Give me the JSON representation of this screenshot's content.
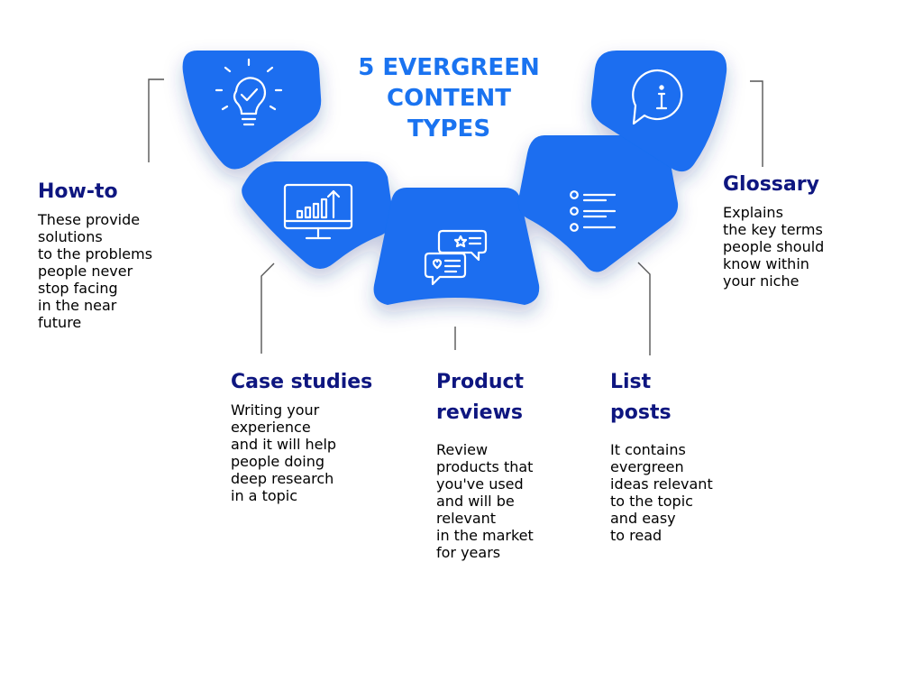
{
  "colors": {
    "segment": "#1a6ef0",
    "title": "#1a73f0",
    "heading": "#0e1680",
    "body": "#1b1b24",
    "connector": "#555555"
  },
  "title_lines": [
    "5 EVERGREEN",
    "CONTENT",
    "TYPES"
  ],
  "items": [
    {
      "key": "how-to",
      "icon": "lightbulb-check-icon",
      "heading_lines": [
        "How-to"
      ],
      "body_lines": [
        "These provide",
        "solutions",
        "to the problems",
        "people never",
        "stop facing",
        "in the near",
        "future"
      ]
    },
    {
      "key": "case-studies",
      "icon": "monitor-chart-icon",
      "heading_lines": [
        "Case studies"
      ],
      "body_lines": [
        "Writing your",
        "experience",
        "and it will help",
        "people doing",
        "deep research",
        "in a topic"
      ]
    },
    {
      "key": "product-reviews",
      "icon": "review-chat-bubbles-icon",
      "heading_lines": [
        "Product",
        "reviews"
      ],
      "body_lines": [
        "Review",
        "products that",
        "you've used",
        "and will be",
        "relevant",
        "in the market",
        "for years"
      ]
    },
    {
      "key": "list-posts",
      "icon": "list-icon",
      "heading_lines": [
        "List",
        "posts"
      ],
      "body_lines": [
        "It contains",
        "evergreen",
        "ideas relevant",
        "to the topic",
        "and easy",
        "to read"
      ]
    },
    {
      "key": "glossary",
      "icon": "info-speech-bubble-icon",
      "heading_lines": [
        "Glossary"
      ],
      "body_lines": [
        "Explains",
        "the key terms",
        "people should",
        "know within",
        "your niche"
      ]
    }
  ]
}
